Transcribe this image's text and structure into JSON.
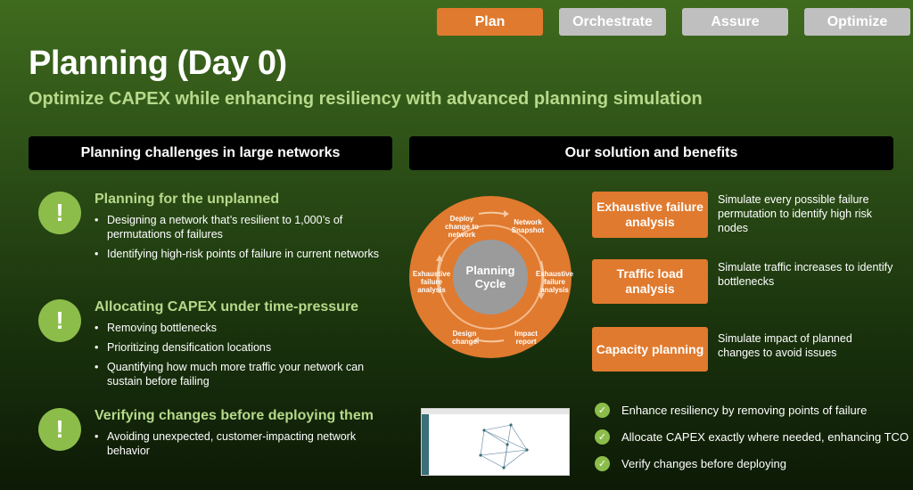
{
  "tabs": [
    {
      "label": "Plan",
      "active": true
    },
    {
      "label": "Orchestrate",
      "active": false
    },
    {
      "label": "Assure",
      "active": false
    },
    {
      "label": "Optimize",
      "active": false
    }
  ],
  "title": "Planning (Day 0)",
  "subtitle": "Optimize CAPEX while enhancing resiliency with advanced planning simulation",
  "left_header": "Planning challenges in large networks",
  "right_header": "Our solution and benefits",
  "challenges": [
    {
      "title": "Planning for the unplanned",
      "bullets": [
        "Designing a network that’s resilient to 1,000’s of permutations of failures",
        "Identifying high-risk points of failure in current networks"
      ]
    },
    {
      "title": "Allocating CAPEX under time-pressure",
      "bullets": [
        "Removing bottlenecks",
        "Prioritizing densification locations",
        "Quantifying how much more traffic your network can sustain before failing"
      ]
    },
    {
      "title": "Verifying changes before deploying them",
      "bullets": [
        "Avoiding unexpected, customer-impacting network behavior"
      ]
    }
  ],
  "challenge_icon": "!",
  "cycle": {
    "center": "Planning Cycle",
    "steps": [
      "Deploy change to network",
      "Network Snapshot",
      "Exhaustive failure analysis",
      "Impact report",
      "Design change",
      "Exhaustive failure analysis"
    ]
  },
  "benefits": [
    {
      "label": "Exhaustive failure analysis",
      "desc": "Simulate every possible failure permutation to identify high risk nodes"
    },
    {
      "label": "Traffic load analysis",
      "desc": "Simulate traffic increases to identify bottlenecks"
    },
    {
      "label": "Capacity planning",
      "desc": "Simulate impact of planned changes to avoid issues"
    }
  ],
  "checks": [
    "Enhance resiliency by removing points of failure",
    "Allocate CAPEX exactly where needed, enhancing TCO",
    "Verify changes before deploying"
  ],
  "check_icon": "✓",
  "colors": {
    "accent": "#e07a2e",
    "green": "#8cbd4a",
    "light_green": "#b6d98a",
    "inactive_tab": "#bfbfbf"
  }
}
